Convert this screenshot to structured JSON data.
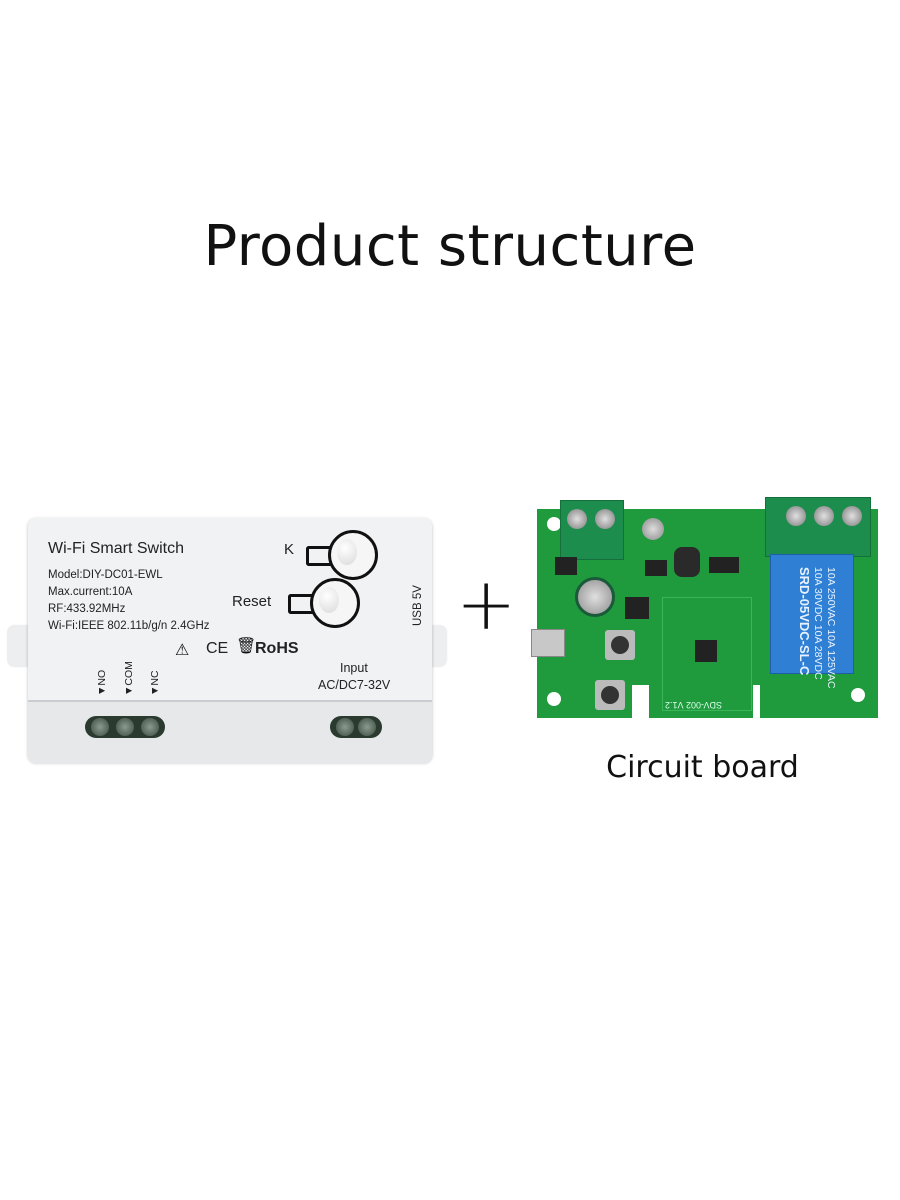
{
  "title": "Product structure",
  "plus_sign": "+",
  "caption": "Circuit board",
  "device": {
    "name": "Wi-Fi Smart Switch",
    "specs": [
      "Model:DIY-DC01-EWL",
      "Max.current:10A",
      "RF:433.92MHz",
      "Wi-Fi:IEEE 802.11b/g/n 2.4GHz"
    ],
    "button_k": "K",
    "button_reset": "Reset",
    "usb_label": "USB 5V",
    "certifications": {
      "ce": "CE",
      "rohs": "RoHS"
    },
    "terminals": [
      "NO",
      "COM",
      "NC"
    ],
    "input_label": "Input",
    "input_voltage": "AC/DC7-32V"
  },
  "board": {
    "relay_lines": [
      "10A 250VAC 10A 125VAC",
      "10A 30VDC 10A 28VDC",
      "SRD-05VDC-SL-C"
    ],
    "silkscreen": "SDV-002 V1.2"
  },
  "colors": {
    "pcb": "#1f9a3c",
    "relay": "#2f80d4",
    "terminal": "#1c8d4c"
  }
}
